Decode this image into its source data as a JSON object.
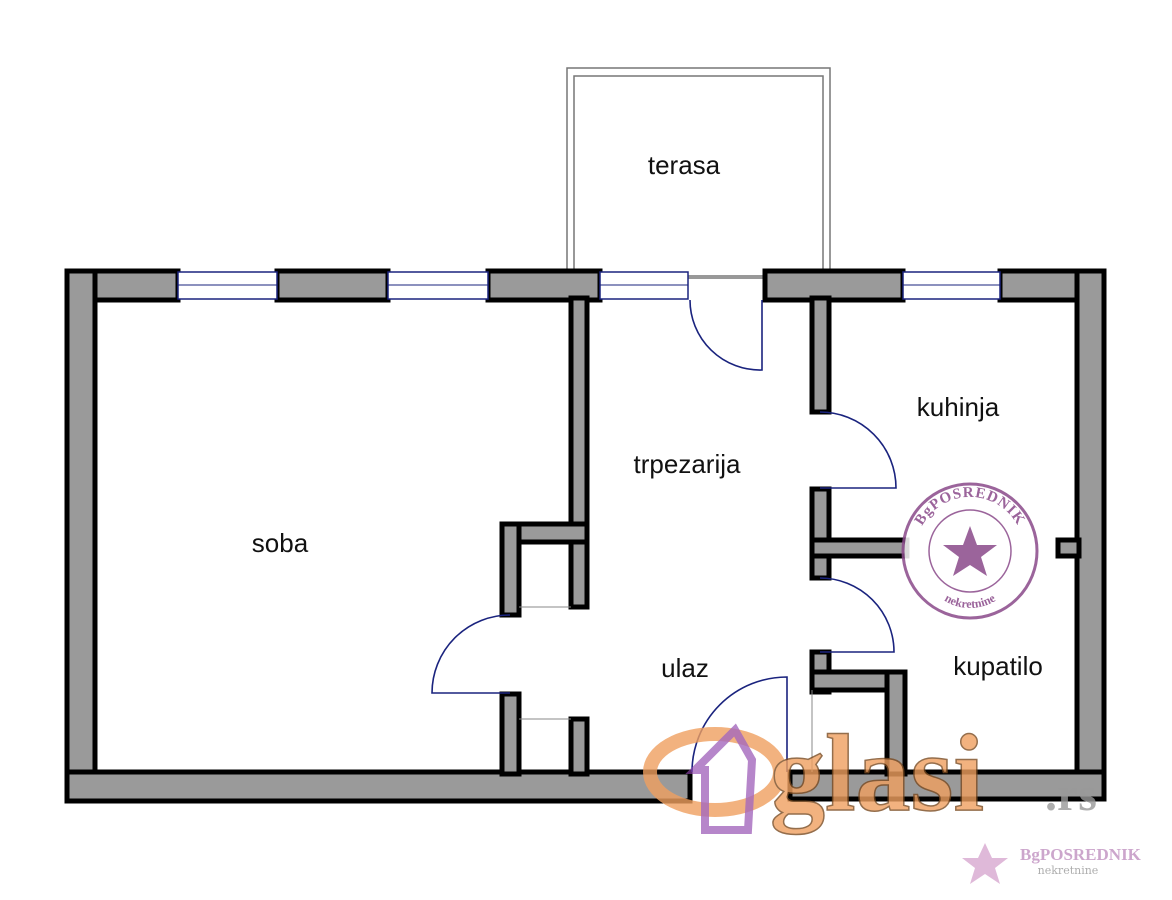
{
  "rooms": {
    "terrace": "terasa",
    "living": "soba",
    "dining": "trpezarija",
    "kitchen": "kuhinja",
    "bathroom": "kupatilo",
    "entrance": "ulaz"
  },
  "stamp": {
    "top": "BgPOSREDNIK",
    "bottom": "nekretnine",
    "icon": "star-icon"
  },
  "watermark": {
    "brand": "glasi",
    "tld": ".rs",
    "agency": "BgPOSREDNIK",
    "agency_sub": "nekretnine"
  },
  "colors": {
    "wall": "#9a9a9a",
    "door": "#1a237e",
    "stamp": "#8a4a8a",
    "watermark": "#f0a060"
  }
}
